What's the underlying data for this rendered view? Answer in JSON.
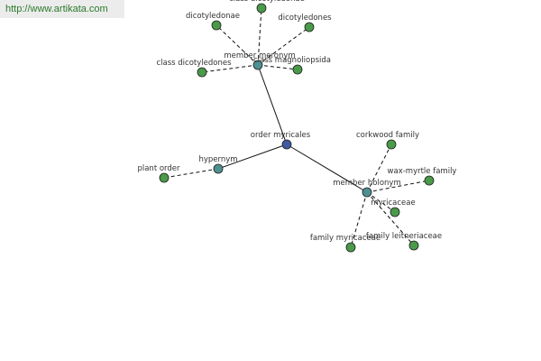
{
  "site_link": "http://www.artikata.com",
  "colors": {
    "center": "#3f5aa0",
    "hub": "#4f9090",
    "leaf": "#4a9a4a",
    "edge": "#111111",
    "node_stroke": "#1e1e1e"
  },
  "nodes": [
    {
      "id": "order",
      "label": "order myricales",
      "kind": "center"
    },
    {
      "id": "hypernym",
      "label": "hypernym",
      "kind": "hub"
    },
    {
      "id": "plant_order",
      "label": "plant order",
      "kind": "leaf"
    },
    {
      "id": "meronym",
      "label": "member meronym",
      "kind": "hub"
    },
    {
      "id": "top",
      "label": "class dicotyledonae",
      "kind": "leaf"
    },
    {
      "id": "dicotyledonae",
      "label": "dicotyledonae",
      "kind": "leaf"
    },
    {
      "id": "dicotyledones",
      "label": "dicotyledones",
      "kind": "leaf"
    },
    {
      "id": "class_dicot",
      "label": "class dicotyledones",
      "kind": "leaf"
    },
    {
      "id": "magnoliopsida",
      "label": "class magnoliopsida",
      "kind": "leaf"
    },
    {
      "id": "holonym",
      "label": "member holonym",
      "kind": "hub"
    },
    {
      "id": "corkwood",
      "label": "corkwood family",
      "kind": "leaf"
    },
    {
      "id": "waxmyrtle",
      "label": "wax-myrtle family",
      "kind": "leaf"
    },
    {
      "id": "myricaceae",
      "label": "myricaceae",
      "kind": "leaf"
    },
    {
      "id": "leitneriaceae",
      "label": "family leitneriaceae",
      "kind": "leaf"
    },
    {
      "id": "family_myricaceae",
      "label": "family myricaceae",
      "kind": "leaf"
    }
  ],
  "edges": [
    {
      "from": "order",
      "to": "hypernym",
      "style": "solid"
    },
    {
      "from": "order",
      "to": "meronym",
      "style": "solid"
    },
    {
      "from": "order",
      "to": "holonym",
      "style": "solid"
    },
    {
      "from": "hypernym",
      "to": "plant_order",
      "style": "dashed"
    },
    {
      "from": "meronym",
      "to": "top",
      "style": "dashed"
    },
    {
      "from": "meronym",
      "to": "dicotyledonae",
      "style": "dashed"
    },
    {
      "from": "meronym",
      "to": "dicotyledones",
      "style": "dashed"
    },
    {
      "from": "meronym",
      "to": "class_dicot",
      "style": "dashed"
    },
    {
      "from": "meronym",
      "to": "magnoliopsida",
      "style": "dashed"
    },
    {
      "from": "holonym",
      "to": "corkwood",
      "style": "dashed"
    },
    {
      "from": "holonym",
      "to": "waxmyrtle",
      "style": "dashed"
    },
    {
      "from": "holonym",
      "to": "myricaceae",
      "style": "dashed"
    },
    {
      "from": "holonym",
      "to": "leitneriaceae",
      "style": "dashed"
    },
    {
      "from": "holonym",
      "to": "family_myricaceae",
      "style": "dashed"
    }
  ]
}
